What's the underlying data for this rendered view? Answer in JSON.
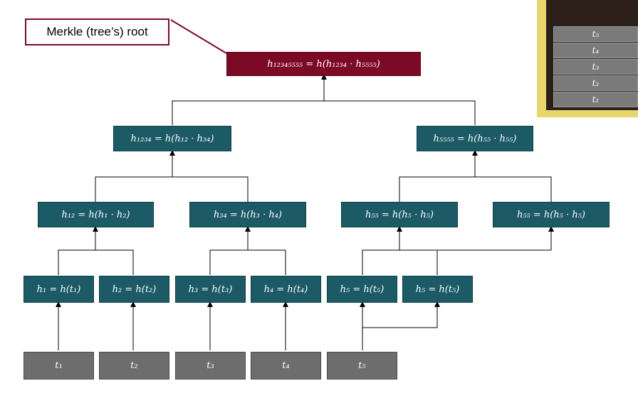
{
  "callout": {
    "text": "Merkle (tree’s) root"
  },
  "root": {
    "label": "h₁₂₃₄₅₅₅₅ = h(h₁₂₃₄ · h₅₅₅₅)"
  },
  "level2": [
    {
      "label": "h₁₂₃₄ = h(h₁₂ · h₃₄)"
    },
    {
      "label": "h₅₅₅₅ = h(h₅₅ · h₅₅)"
    }
  ],
  "level1": [
    {
      "label": "h₁₂ = h(h₁ · h₂)"
    },
    {
      "label": "h₃₄ = h(h₃ · h₄)"
    },
    {
      "label": "h₅₅ = h(h₅ · h₅)"
    },
    {
      "label": "h₅₅ = h(h₅ · h₅)"
    }
  ],
  "hashes": [
    {
      "label": "h₁ = h(t₁)"
    },
    {
      "label": "h₂ = h(t₂)"
    },
    {
      "label": "h₃ = h(t₃)"
    },
    {
      "label": "h₄ = h(t₄)"
    },
    {
      "label": "h₅ = h(t₅)"
    },
    {
      "label": "h₅ = h(t₅)"
    }
  ],
  "leaves": [
    {
      "label": "t₁"
    },
    {
      "label": "t₂"
    },
    {
      "label": "t₃"
    },
    {
      "label": "t₄"
    },
    {
      "label": "t₅"
    }
  ],
  "stack": [
    {
      "label": "t₅"
    },
    {
      "label": "t₄"
    },
    {
      "label": "t₃"
    },
    {
      "label": "t₂"
    },
    {
      "label": "t₁"
    }
  ],
  "colors": {
    "hash_node": "#1c5a66",
    "root_node": "#7d0a25",
    "leaf_node": "#6d6d6d",
    "panel": "#e8d56b"
  }
}
